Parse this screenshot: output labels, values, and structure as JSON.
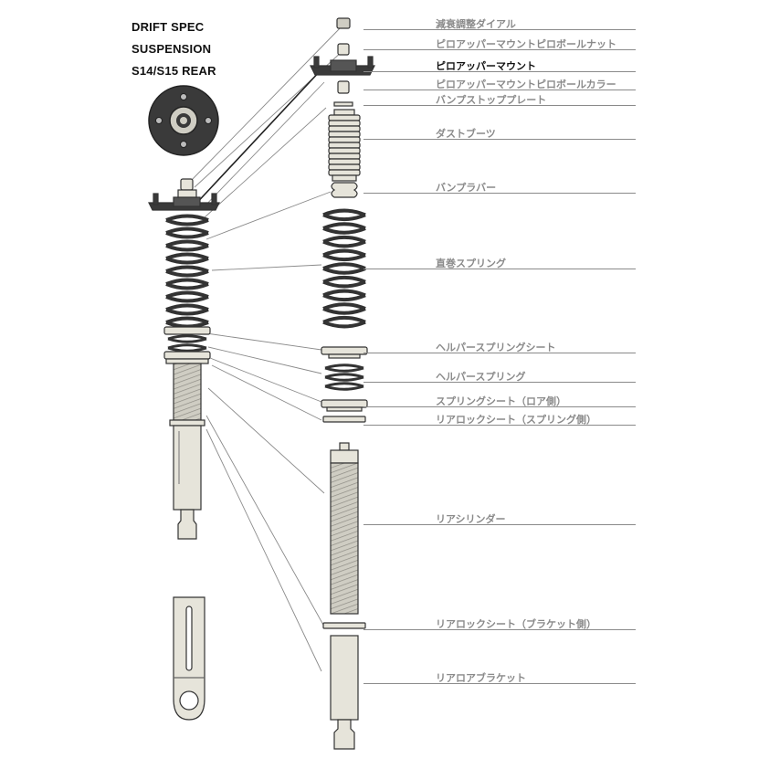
{
  "title": {
    "line1": "DRIFT SPEC",
    "line2": "SUSPENSION",
    "line3": "S14/S15   REAR"
  },
  "parts": [
    {
      "id": "damper-adjust-dial",
      "label": "減衰調整ダイアル"
    },
    {
      "id": "pillow-mount-ball-nut",
      "label": "ピロアッパーマウントピロボールナット"
    },
    {
      "id": "pillow-upper-mount",
      "label": "ピロアッパーマウント",
      "highlight": true
    },
    {
      "id": "pillow-mount-ball-collar",
      "label": "ピロアッパーマウントピロボールカラー"
    },
    {
      "id": "bump-stop-plate",
      "label": "バンプストッププレート"
    },
    {
      "id": "dust-boot",
      "label": "ダストブーツ"
    },
    {
      "id": "bump-rubber",
      "label": "バンプラバー"
    },
    {
      "id": "straight-spring",
      "label": "直巻スプリング"
    },
    {
      "id": "helper-spring-seat",
      "label": "ヘルパースプリングシート"
    },
    {
      "id": "helper-spring",
      "label": "ヘルパースプリング"
    },
    {
      "id": "spring-seat-lower",
      "label": "スプリングシート（ロア側）"
    },
    {
      "id": "rear-lock-seat-spring",
      "label": "リアロックシート（スプリング側）"
    },
    {
      "id": "rear-cylinder",
      "label": "リアシリンダー"
    },
    {
      "id": "rear-lock-seat-bracket",
      "label": "リアロックシート（ブラケット側）"
    },
    {
      "id": "rear-lower-bracket",
      "label": "リアロアブラケット"
    }
  ],
  "colors": {
    "part_fill": "#e6e4da",
    "outline": "#333333",
    "dark_part": "#3a3a3a",
    "leader": "#8a8a8a",
    "thread": "#9a9a9a"
  }
}
